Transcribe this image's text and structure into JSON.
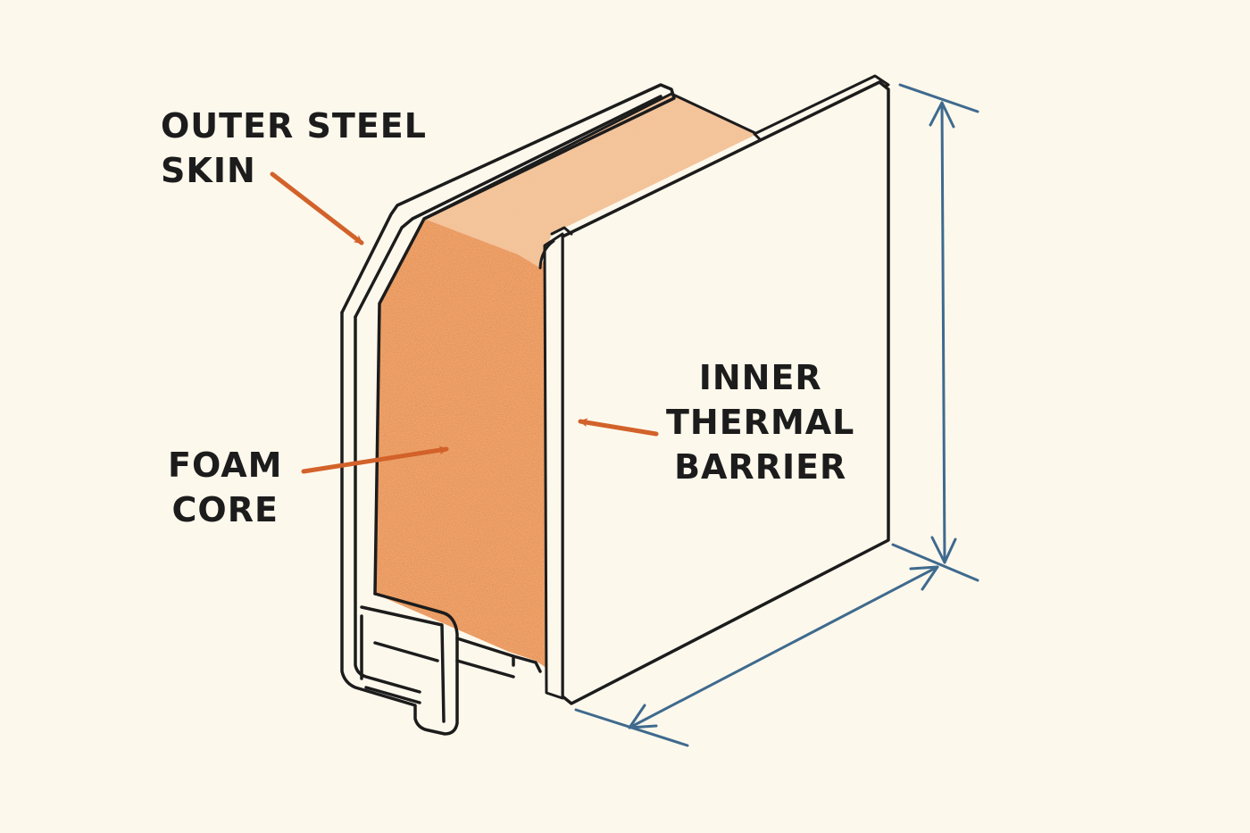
{
  "labels": {
    "outer_steel_skin": [
      "OUTER STEEL",
      "SKIN"
    ],
    "foam_core": [
      "FOAM",
      "CORE"
    ],
    "inner_thermal_barrier": [
      "INNER",
      "THERMAL",
      "BARRIER"
    ]
  },
  "colors": {
    "background": "#fdf8ec",
    "outline": "#1c1c1c",
    "foam": "#e8955a",
    "foam_top": "#f3c39a",
    "panel": "#fdf8ec",
    "arrow": "#d2622a",
    "dimension": "#3f6a8e"
  }
}
